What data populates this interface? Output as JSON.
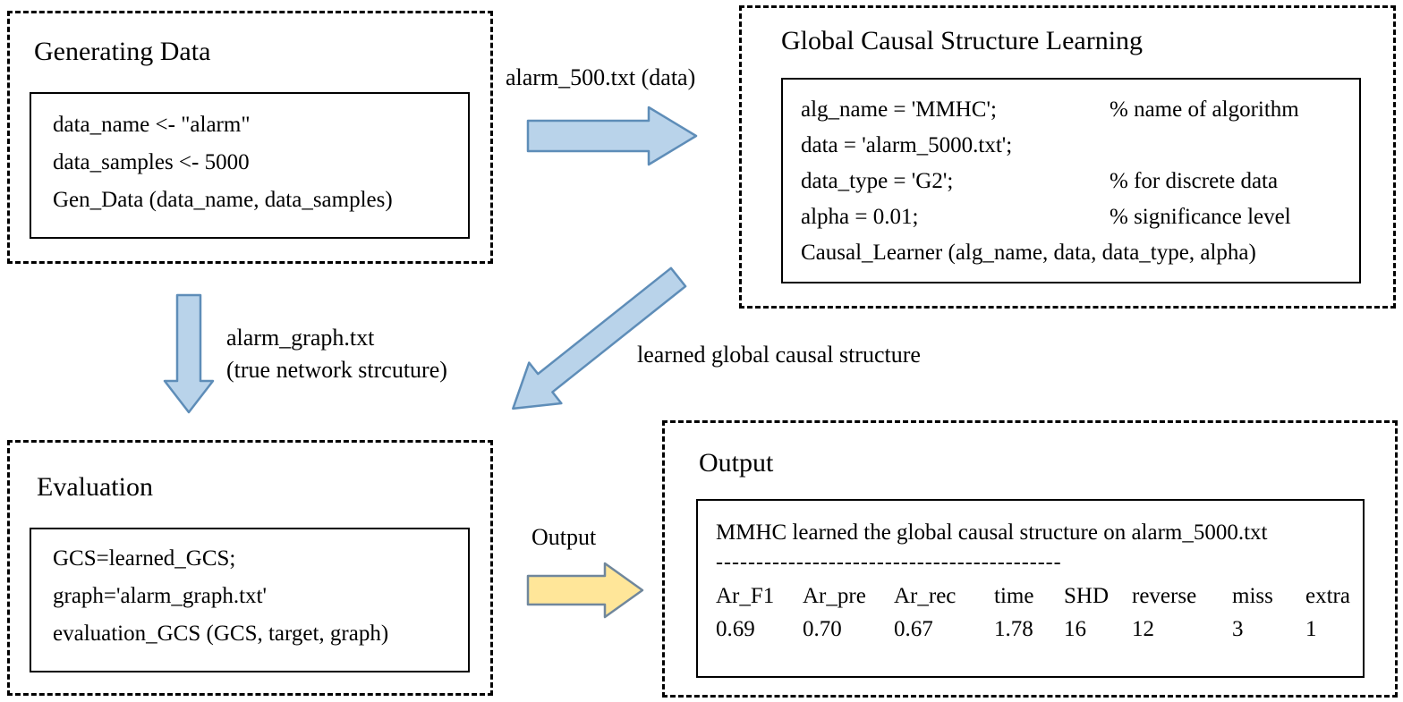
{
  "generating_data": {
    "title": "Generating Data",
    "code": [
      "data_name <- \"alarm\"",
      "data_samples <- 5000",
      "Gen_Data (data_name, data_samples)"
    ]
  },
  "gcsl": {
    "title": "Global Causal Structure Learning",
    "lines": [
      {
        "code": "alg_name = 'MMHC';",
        "comment": "% name of algorithm"
      },
      {
        "code": "data = 'alarm_5000.txt';",
        "comment": ""
      },
      {
        "code": "data_type = 'G2';",
        "comment": "% for discrete data"
      },
      {
        "code": "alpha = 0.01;",
        "comment": "% significance level"
      },
      {
        "code": "Causal_Learner (alg_name, data, data_type, alpha)",
        "comment": ""
      }
    ]
  },
  "evaluation": {
    "title": "Evaluation",
    "code": [
      "GCS=learned_GCS;",
      "graph='alarm_graph.txt'",
      "evaluation_GCS (GCS, target, graph)"
    ]
  },
  "output_panel": {
    "title": "Output",
    "result_line": "MMHC learned the global causal structure on alarm_5000.txt",
    "divider": "-------------------------------------------",
    "table": {
      "headers": [
        "Ar_F1",
        "Ar_pre",
        "Ar_rec",
        "time",
        "SHD",
        "reverse",
        "miss",
        "extra"
      ],
      "values": [
        "0.69",
        "0.70",
        "0.67",
        "1.78",
        "16",
        "12",
        "3",
        "1"
      ]
    }
  },
  "arrow_labels": {
    "data_file": "alarm_500.txt (data)",
    "graph_file_line1": "alarm_graph.txt",
    "graph_file_line2": "(true network strcuture)",
    "learned_structure": "learned global causal structure",
    "output": "Output"
  },
  "colors": {
    "arrow_blue_fill": "#b9d3ea",
    "arrow_blue_stroke": "#5e8db8",
    "arrow_yellow_fill": "#ffe699",
    "arrow_yellow_stroke": "#70879c"
  }
}
